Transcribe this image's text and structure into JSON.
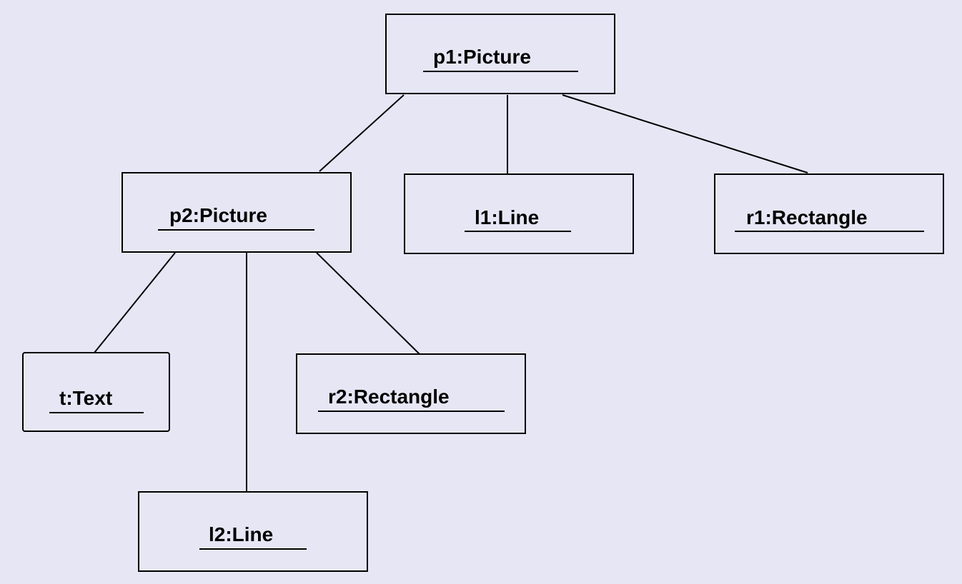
{
  "diagram": {
    "nodes": {
      "p1": {
        "label": "p1:Picture"
      },
      "p2": {
        "label": "p2:Picture"
      },
      "l1": {
        "label": "l1:Line"
      },
      "r1": {
        "label": "r1:Rectangle"
      },
      "t": {
        "label": "t:Text"
      },
      "r2": {
        "label": "r2:Rectangle"
      },
      "l2": {
        "label": "l2:Line"
      }
    },
    "links": [
      {
        "from": "p1",
        "to": "p2"
      },
      {
        "from": "p1",
        "to": "l1"
      },
      {
        "from": "p1",
        "to": "r1"
      },
      {
        "from": "p2",
        "to": "t"
      },
      {
        "from": "p2",
        "to": "l2"
      },
      {
        "from": "p2",
        "to": "r2"
      }
    ]
  }
}
